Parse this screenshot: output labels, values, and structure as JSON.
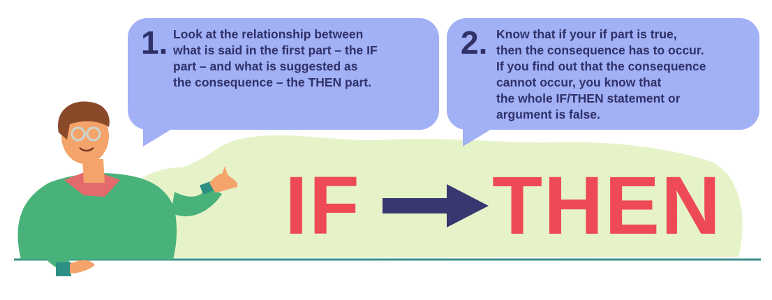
{
  "steps": [
    {
      "number": "1.",
      "lines": [
        "Look at the relationship between",
        "what is said in the first part – the IF",
        "part – and what is suggested as",
        "the consequence – the THEN part."
      ]
    },
    {
      "number": "2.",
      "lines": [
        "Know that if your if part is true,",
        "then the consequence has to occur.",
        "If you find out that the consequence",
        "cannot occur, you know that",
        "the whole IF/THEN statement or",
        "argument is false."
      ]
    }
  ],
  "flow": {
    "left_word": "IF",
    "right_word": "THEN"
  },
  "colors": {
    "bubble": "#a2b0f6",
    "text_dark": "#2f3168",
    "accent_red": "#ee4a55",
    "arrow": "#383770",
    "blob": "#e6f3c8",
    "shirt": "#48b27a"
  },
  "icons": {
    "person": "presenter-illustration",
    "arrow": "right-arrow-icon"
  }
}
